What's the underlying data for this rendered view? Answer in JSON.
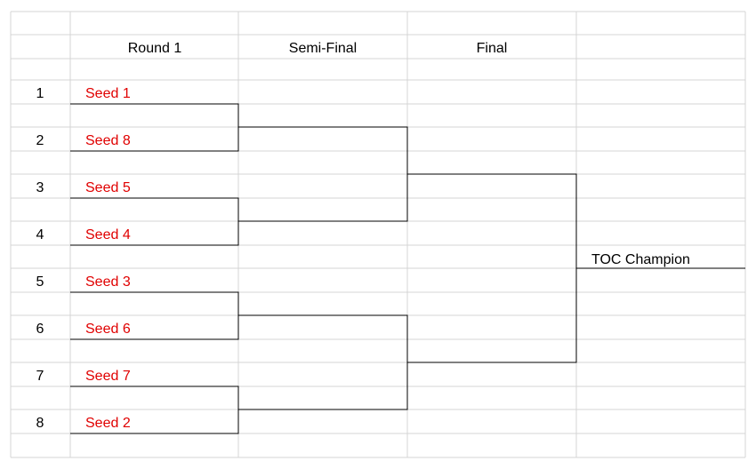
{
  "headers": {
    "round1": "Round 1",
    "semi_final": "Semi-Final",
    "final": "Final"
  },
  "row_numbers": [
    "1",
    "2",
    "3",
    "4",
    "5",
    "6",
    "7",
    "8"
  ],
  "seeds": [
    "Seed 1",
    "Seed 8",
    "Seed 5",
    "Seed 4",
    "Seed 3",
    "Seed 6",
    "Seed 7",
    "Seed 2"
  ],
  "champion_label": "TOC Champion",
  "colors": {
    "seed_text": "#e00000",
    "grid": "#d4d4d4",
    "bracket": "#000000"
  }
}
